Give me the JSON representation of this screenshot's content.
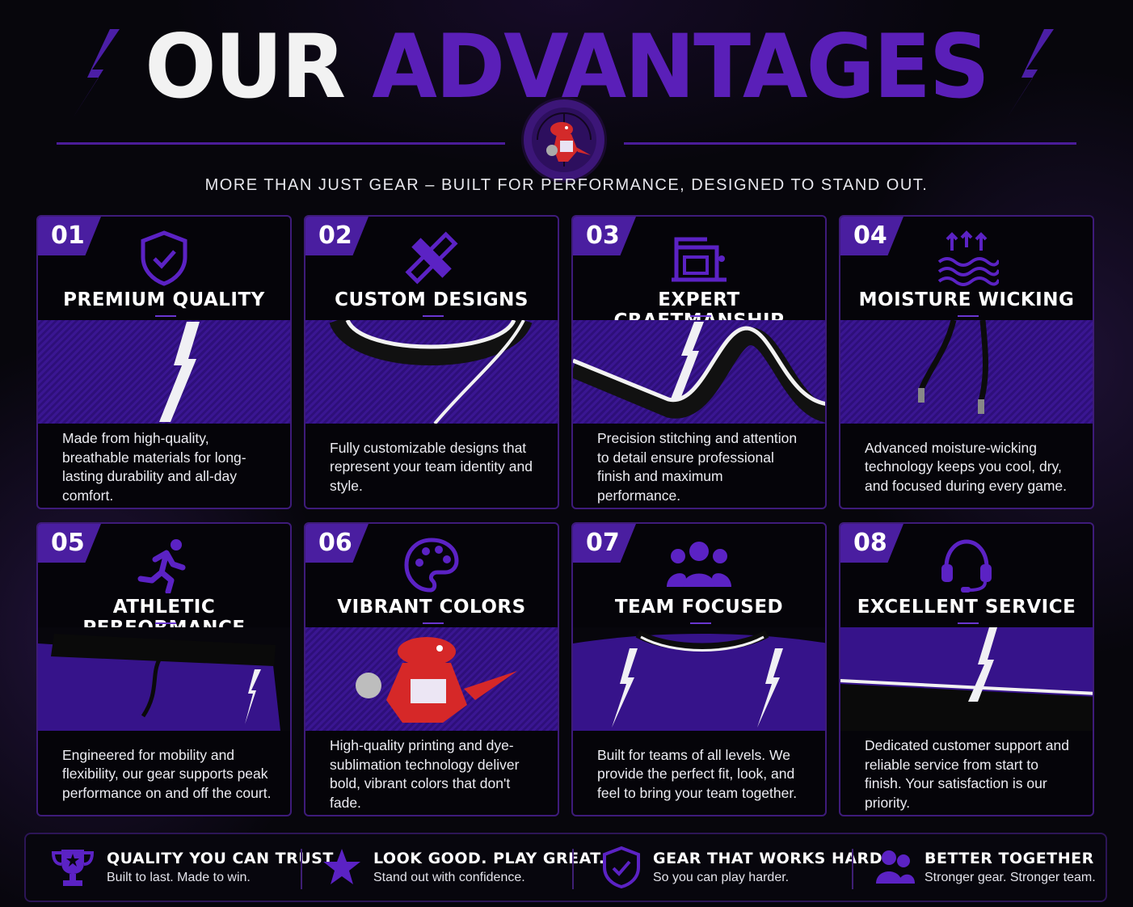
{
  "header": {
    "title_word1": "OUR",
    "title_word2": "ADVANTAGES",
    "subtitle": "MORE THAN JUST GEAR – BUILT FOR PERFORMANCE, DESIGNED TO STAND OUT."
  },
  "colors": {
    "accent": "#5a1fb8",
    "background": "#07060c",
    "text": "#ffffff"
  },
  "cards": [
    {
      "number": "01",
      "icon": "shield-check-icon",
      "title": "PREMIUM QUALITY",
      "description": "Made from high-quality, breathable materials for long-lasting durability and all-day comfort."
    },
    {
      "number": "02",
      "icon": "pencil-ruler-icon",
      "title": "CUSTOM DESIGNS",
      "description": "Fully customizable designs that represent your team identity and style."
    },
    {
      "number": "03",
      "icon": "sewing-machine-icon",
      "title": "EXPERT CRAFTMANSHIP",
      "description": "Precision stitching and attention to detail ensure professional finish and maximum performance."
    },
    {
      "number": "04",
      "icon": "moisture-waves-icon",
      "title": "MOISTURE WICKING",
      "description": "Advanced moisture-wicking technology keeps you cool, dry, and focused during every game."
    },
    {
      "number": "05",
      "icon": "runner-icon",
      "title": "ATHLETIC PERFORMANCE",
      "description": "Engineered for mobility and flexibility, our gear supports peak performance on and off the court."
    },
    {
      "number": "06",
      "icon": "palette-icon",
      "title": "VIBRANT COLORS",
      "description": "High-quality printing and dye-sublimation technology deliver bold, vibrant colors that don't fade."
    },
    {
      "number": "07",
      "icon": "team-group-icon",
      "title": "TEAM FOCUSED",
      "description": "Built for teams of all levels. We provide the perfect fit, look, and feel to bring your team together."
    },
    {
      "number": "08",
      "icon": "headset-icon",
      "title": "EXCELLENT SERVICE",
      "description": "Dedicated customer support and reliable service from start to finish. Your satisfaction is our priority."
    }
  ],
  "footer": [
    {
      "icon": "trophy-icon",
      "title": "QUALITY YOU CAN TRUST",
      "subtitle": "Built to last. Made to win."
    },
    {
      "icon": "star-icon",
      "title": "LOOK GOOD. PLAY GREAT.",
      "subtitle": "Stand out with confidence."
    },
    {
      "icon": "shield-check-icon",
      "title": "GEAR THAT WORKS HARD",
      "subtitle": "So you can play harder."
    },
    {
      "icon": "group-icon",
      "title": "BETTER TOGETHER",
      "subtitle": "Stronger gear. Stronger team."
    }
  ]
}
